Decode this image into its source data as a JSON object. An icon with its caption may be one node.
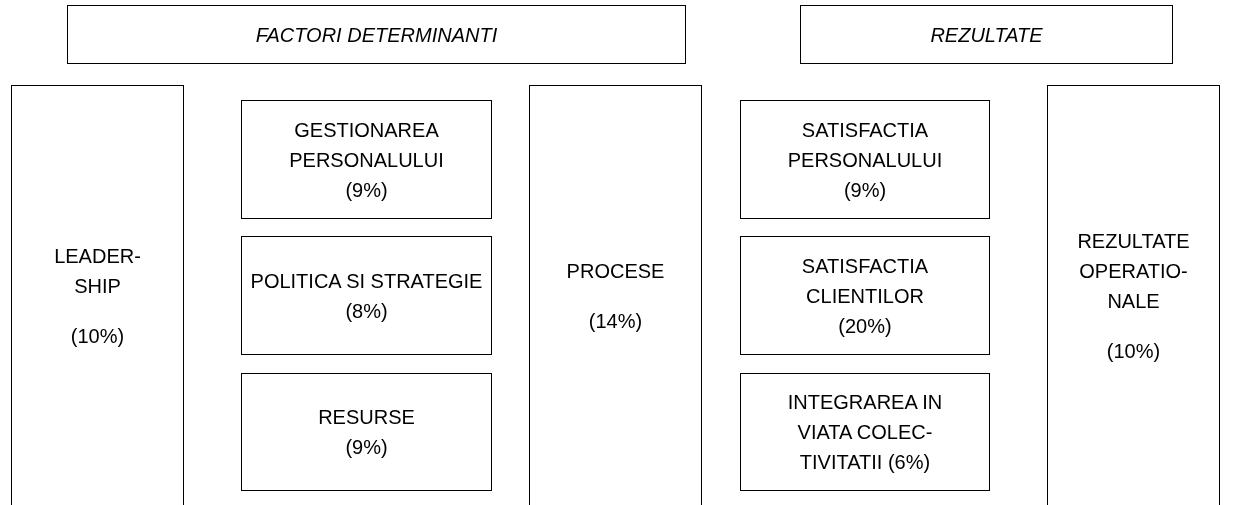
{
  "diagram": {
    "nodes": [
      {
        "text": [
          "FACTORI DETERMINANTI"
        ]
      },
      {
        "text": [
          "REZULTATE"
        ]
      },
      {
        "text": [
          "LEADER- SHIP",
          "(10%)"
        ]
      },
      {
        "text": [
          "GESTIONAREA PERSONALULUI",
          "(9%)"
        ]
      },
      {
        "text": [
          "POLITICA SI STRATEGIE",
          "(8%)"
        ]
      },
      {
        "text": [
          "RESURSE",
          "(9%)"
        ]
      },
      {
        "text": [
          "PROCESE",
          "(14%)"
        ]
      },
      {
        "text": [
          "SATISFACTIA PERSONALULUI",
          "(9%)"
        ]
      },
      {
        "text": [
          "SATISFACTIA CLIENTILOR",
          "(20%)"
        ]
      },
      {
        "text": [
          "INTEGRAREA IN VIATA COLEC- TIVITATII (6%)"
        ]
      },
      {
        "text": [
          "REZULTATE OPERATIO- NALE",
          "(10%)"
        ]
      }
    ],
    "edges": []
  }
}
